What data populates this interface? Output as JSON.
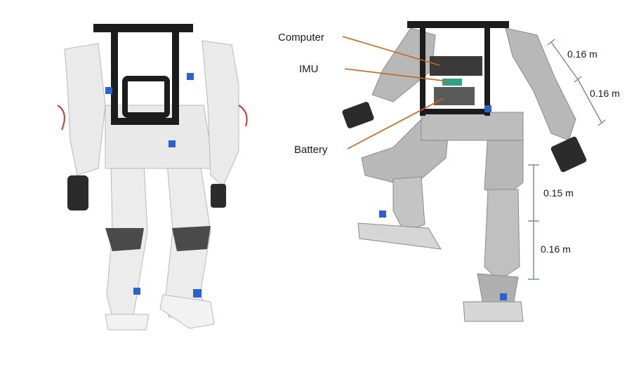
{
  "labels": {
    "computer": "Computer",
    "imu": "IMU",
    "battery": "Battery"
  },
  "dimensions": {
    "upper_arm": "0.16 m",
    "forearm": "0.16 m",
    "thigh": "0.15 m",
    "shin": "0.16 m"
  },
  "colors": {
    "callout_line": "#c8651b",
    "dimension_line": "#6f86a8",
    "frame": "#1c1c1c",
    "robot_white": "#eeeeee",
    "cad_gray": "#b8b8b8",
    "servo_blue": "#2a62c9"
  }
}
